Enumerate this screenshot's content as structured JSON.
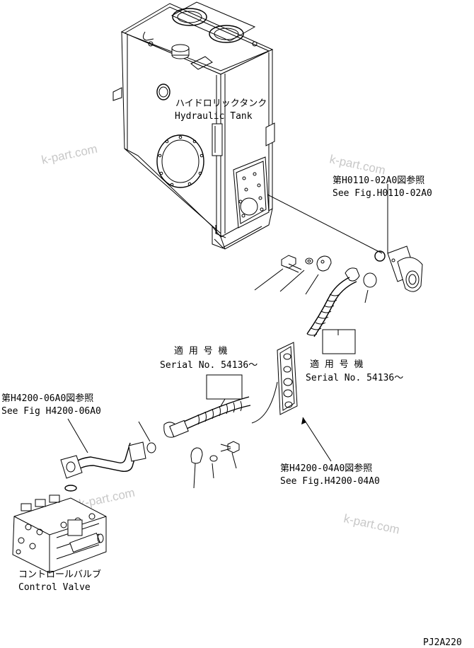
{
  "labels": {
    "tank_jp": "ハイドロリックタンク",
    "tank_en": "Hydraulic Tank",
    "ref1_jp": "第H0110-02A0図参照",
    "ref1_en": "See Fig.H0110-02A0",
    "serial1_jp": "適 用 号 機",
    "serial1_en": "Serial No. 54136～",
    "serial2_jp": "適 用 号 機",
    "serial2_en": "Serial No. 54136～",
    "ref2_jp": "第H4200-06A0図参照",
    "ref2_en": "See Fig H4200-06A0",
    "ref3_jp": "第H4200-04A0図参照",
    "ref3_en": "See Fig.H4200-04A0",
    "valve_jp": "コントロールバルブ",
    "valve_en": "Control Valve",
    "diagram_code": "PJ2A220"
  },
  "watermarks": [
    "k-part.com",
    "k-part.com",
    "k-part.com",
    "k-part.com"
  ]
}
